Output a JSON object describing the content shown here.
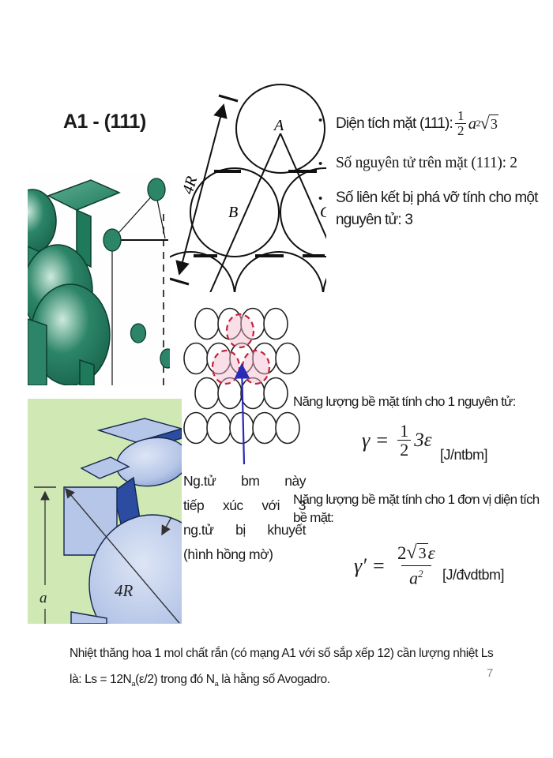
{
  "colors": {
    "green_crystal": "#2c8568",
    "green_crystal_dark": "#0c3d2d",
    "blue_image_bg": "#cfe8b4",
    "pale_blue": "#b6c6e8",
    "dark_blue": "#2b4ca0",
    "pink_fill": "#f3b6cc",
    "red_dashed": "#c2223a",
    "arrow_blue": "#2a2ab8",
    "text": "#1a1a1a",
    "page_number_gray": "#8a8a8a"
  },
  "title": "A1 - (111)",
  "top_diagram": {
    "label_a": "A",
    "label_b": "B",
    "label_c": "C",
    "arrow_label": "4R"
  },
  "bullets": {
    "dot": "•",
    "items": [
      {
        "prefix": "Diện tích mặt  (111): ",
        "frac_num": "1",
        "frac_den": "2",
        "var": "a",
        "exp": "2",
        "sqrt_sym": "√",
        "radicand": "3"
      },
      {
        "text": "Số nguyên tử trên mặt (111): 2"
      },
      {
        "text": "Số liên kết bị phá vỡ tính cho một nguyên tử: 3"
      }
    ]
  },
  "packing": {
    "caption_lines": [
      "Ng.tử bm này",
      "tiếp xúc với 3",
      "ng.tử bị khuyết",
      "(hình hồng mờ)"
    ]
  },
  "energy_atom": {
    "heading": "Năng lượng bề mặt tính cho 1 nguyên tử:",
    "lhs": "γ =",
    "frac_num": "1",
    "frac_den": "2",
    "tail": "3ε",
    "unit": "[J/ntbm]"
  },
  "energy_area": {
    "heading": "Năng lượng bề mặt tính cho 1 đơn vị diện tích bề mặt:",
    "lhs": "γ′ =",
    "num_coef": "2",
    "num_sqrt_sym": "√",
    "num_radicand": "3",
    "num_tail": "ε",
    "den_var": "a",
    "den_exp": "2",
    "unit": "[J/đvdtbm]"
  },
  "blue_diagram": {
    "label_a": "a",
    "label_4r": "4R"
  },
  "footer": {
    "part1": "Nhiệt thăng hoa 1 mol chất rắn (có mạng A1 với số sắp xếp 12) cần lượng nhiệt Ls là: Ls = 12N",
    "sub1": "a",
    "part2": "(ε/2) trong đó N",
    "sub2": "a",
    "part3": " là hằng số Avogadro."
  },
  "page_number": "7"
}
